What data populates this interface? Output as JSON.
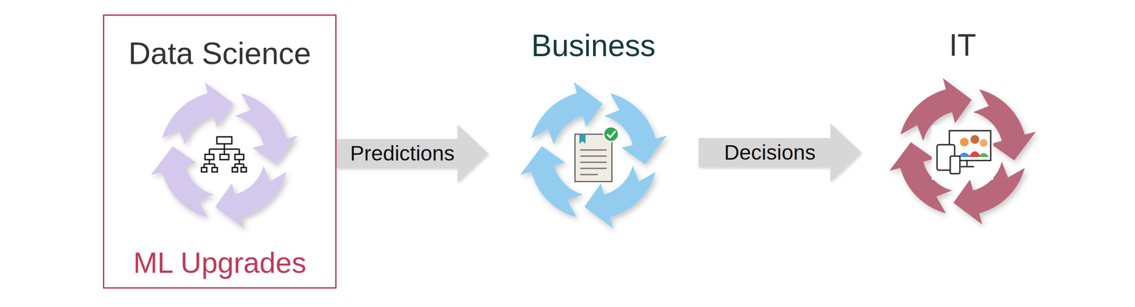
{
  "diagram": {
    "nodes": [
      {
        "text": [
          "Data Science",
          "ML Upgrades"
        ]
      },
      {
        "text": [
          "Business"
        ]
      },
      {
        "text": [
          "IT"
        ]
      }
    ],
    "edges": [
      {
        "from": 0,
        "to": 1,
        "arrow": "to",
        "label": "Predictions"
      },
      {
        "from": 1,
        "to": 2,
        "arrow": "to",
        "label": "Decisions"
      }
    ]
  }
}
